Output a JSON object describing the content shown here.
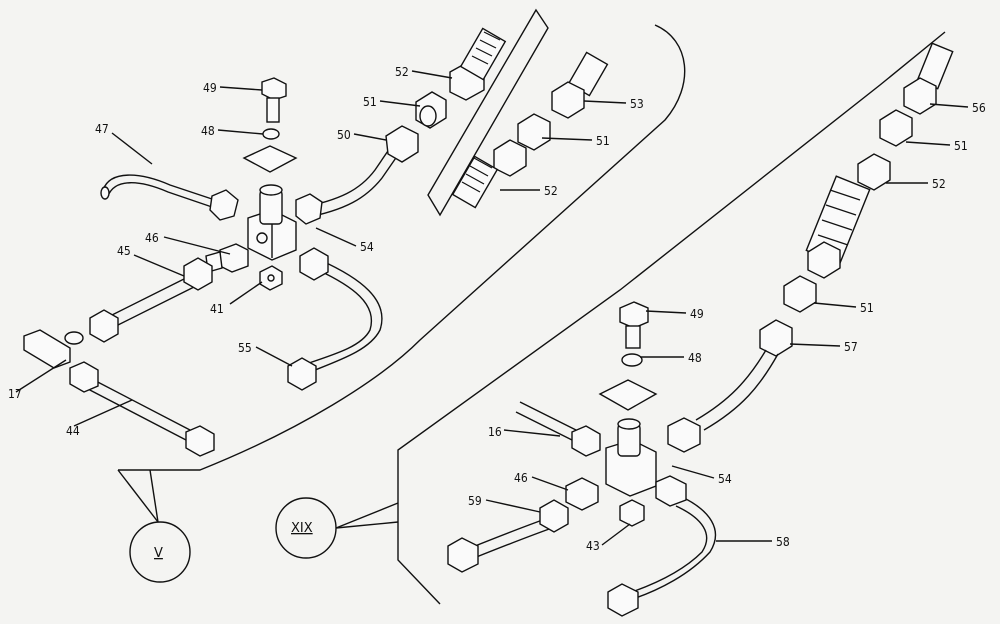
{
  "labels": {
    "l52a": "52",
    "l51a": "51",
    "l49a": "49",
    "l48a": "48",
    "l50": "50",
    "l47": "47",
    "l46a": "46",
    "l45": "45",
    "l54a": "54",
    "l41": "41",
    "l17": "17",
    "l44": "44",
    "l55": "55",
    "l53": "53",
    "l51b": "51",
    "l52b": "52",
    "l56": "56",
    "l51c": "51",
    "l52c": "52",
    "l51d": "51",
    "l57": "57",
    "l49b": "49",
    "l48b": "48",
    "l16": "16",
    "l54b": "54",
    "l46b": "46",
    "l59": "59",
    "l43": "43",
    "l58": "58"
  },
  "views": {
    "left": "V",
    "right": "XIX"
  }
}
